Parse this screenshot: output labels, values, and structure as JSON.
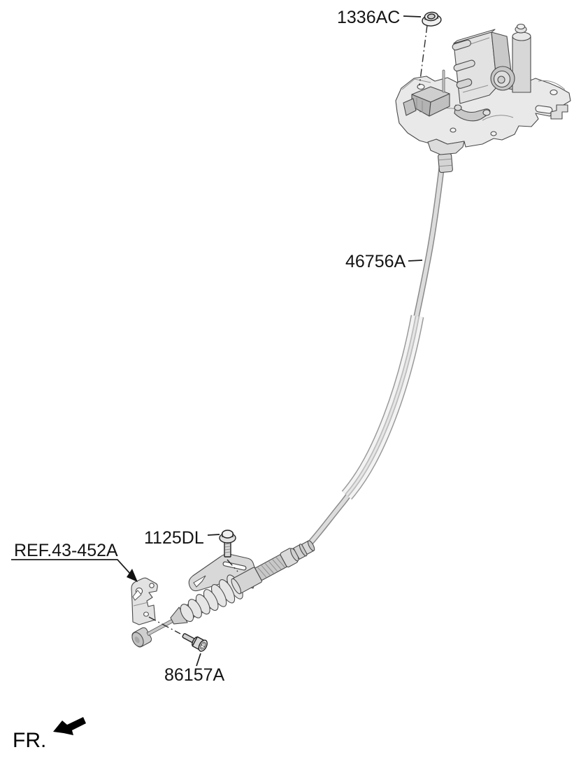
{
  "diagram": {
    "type": "automotive-parts-diagram",
    "callouts": [
      {
        "part_no": "1336AC",
        "target": "flange-nut"
      },
      {
        "part_no": "46756A",
        "target": "shift-control-cable"
      },
      {
        "part_no": "1125DL",
        "target": "flange-bolt"
      },
      {
        "part_no": "REF.43-452A",
        "target": "mounting-bracket"
      },
      {
        "part_no": "86157A",
        "target": "retaining-screw"
      }
    ],
    "front_indicator": "FR.",
    "colors": {
      "background": "#ffffff",
      "line_art": "#4a4a4a",
      "label_text": "#141414",
      "part_fill_light": "#ececec",
      "part_fill_mid": "#d6d6d6",
      "part_fill_dark": "#bfbfbf",
      "front_arrow": "#000000"
    }
  }
}
